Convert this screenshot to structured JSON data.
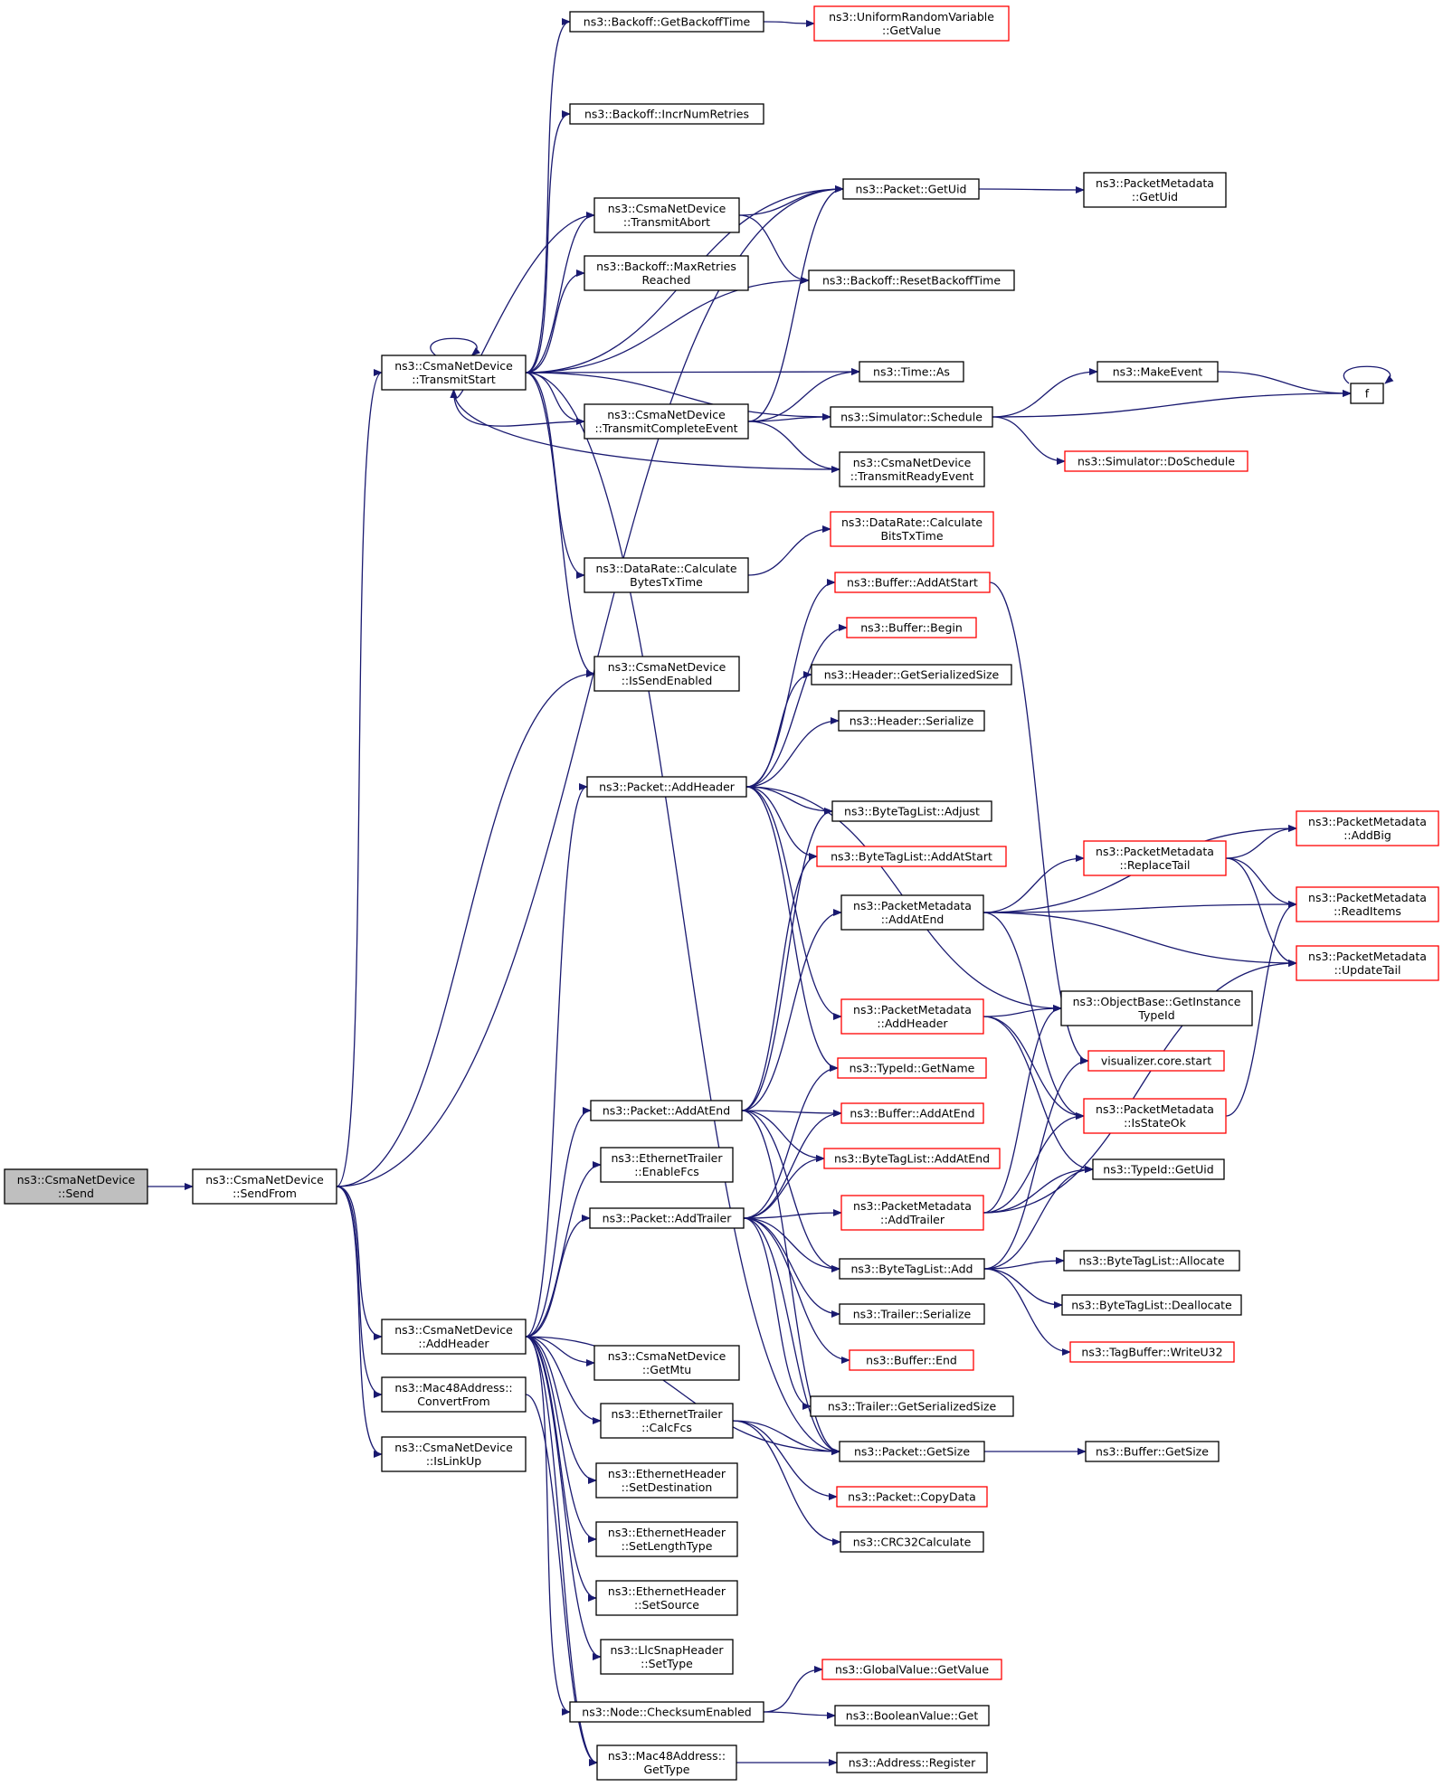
{
  "colors": {
    "edge": "#191970",
    "node_border_default": "#000000",
    "node_border_truncated": "#ff0000",
    "root_fill": "#bfbfbf",
    "node_fill": "#ffffff",
    "background": "#ffffff"
  },
  "nodes": [
    {
      "id": "send",
      "lines": [
        "ns3::CsmaNetDevice",
        "::Send"
      ],
      "kind": "root"
    },
    {
      "id": "sendfrom",
      "lines": [
        "ns3::CsmaNetDevice",
        "::SendFrom"
      ],
      "kind": "normal"
    },
    {
      "id": "transmitstart",
      "lines": [
        "ns3::CsmaNetDevice",
        "::TransmitStart"
      ],
      "kind": "normal"
    },
    {
      "id": "csma_addheader",
      "lines": [
        "ns3::CsmaNetDevice",
        "::AddHeader"
      ],
      "kind": "normal"
    },
    {
      "id": "mac48_convertfrom",
      "lines": [
        "ns3::Mac48Address::",
        "ConvertFrom"
      ],
      "kind": "normal"
    },
    {
      "id": "islinkup",
      "lines": [
        "ns3::CsmaNetDevice",
        "::IsLinkUp"
      ],
      "kind": "normal"
    },
    {
      "id": "getbackofftime",
      "lines": [
        "ns3::Backoff::GetBackoffTime"
      ],
      "kind": "normal"
    },
    {
      "id": "incrnumretries",
      "lines": [
        "ns3::Backoff::IncrNumRetries"
      ],
      "kind": "normal"
    },
    {
      "id": "transmitabort",
      "lines": [
        "ns3::CsmaNetDevice",
        "::TransmitAbort"
      ],
      "kind": "normal"
    },
    {
      "id": "maxretries",
      "lines": [
        "ns3::Backoff::MaxRetries",
        "Reached"
      ],
      "kind": "normal"
    },
    {
      "id": "transmitcomplete",
      "lines": [
        "ns3::CsmaNetDevice",
        "::TransmitCompleteEvent"
      ],
      "kind": "normal"
    },
    {
      "id": "bytestxtime",
      "lines": [
        "ns3::DataRate::Calculate",
        "BytesTxTime"
      ],
      "kind": "normal"
    },
    {
      "id": "issendenabled",
      "lines": [
        "ns3::CsmaNetDevice",
        "::IsSendEnabled"
      ],
      "kind": "normal"
    },
    {
      "id": "packet_addheader",
      "lines": [
        "ns3::Packet::AddHeader"
      ],
      "kind": "normal"
    },
    {
      "id": "packet_addatend",
      "lines": [
        "ns3::Packet::AddAtEnd"
      ],
      "kind": "normal"
    },
    {
      "id": "enablefcs",
      "lines": [
        "ns3::EthernetTrailer",
        "::EnableFcs"
      ],
      "kind": "normal"
    },
    {
      "id": "packet_addtrailer",
      "lines": [
        "ns3::Packet::AddTrailer"
      ],
      "kind": "normal"
    },
    {
      "id": "getmtu",
      "lines": [
        "ns3::CsmaNetDevice",
        "::GetMtu"
      ],
      "kind": "normal"
    },
    {
      "id": "calcfcs",
      "lines": [
        "ns3::EthernetTrailer",
        "::CalcFcs"
      ],
      "kind": "normal"
    },
    {
      "id": "setdestination",
      "lines": [
        "ns3::EthernetHeader",
        "::SetDestination"
      ],
      "kind": "normal"
    },
    {
      "id": "setlengthtype",
      "lines": [
        "ns3::EthernetHeader",
        "::SetLengthType"
      ],
      "kind": "normal"
    },
    {
      "id": "setsource",
      "lines": [
        "ns3::EthernetHeader",
        "::SetSource"
      ],
      "kind": "normal"
    },
    {
      "id": "llcsettype",
      "lines": [
        "ns3::LlcSnapHeader",
        "::SetType"
      ],
      "kind": "normal"
    },
    {
      "id": "checksumenabled",
      "lines": [
        "ns3::Node::ChecksumEnabled"
      ],
      "kind": "normal"
    },
    {
      "id": "mac48_gettype",
      "lines": [
        "ns3::Mac48Address::",
        "GetType"
      ],
      "kind": "normal"
    },
    {
      "id": "uniform_getvalue",
      "lines": [
        "ns3::UniformRandomVariable",
        "::GetValue"
      ],
      "kind": "truncated"
    },
    {
      "id": "packet_getuid",
      "lines": [
        "ns3::Packet::GetUid"
      ],
      "kind": "normal"
    },
    {
      "id": "metadata_getuid",
      "lines": [
        "ns3::PacketMetadata",
        "::GetUid"
      ],
      "kind": "normal"
    },
    {
      "id": "resetbackofftime",
      "lines": [
        "ns3::Backoff::ResetBackoffTime"
      ],
      "kind": "normal"
    },
    {
      "id": "time_as",
      "lines": [
        "ns3::Time::As"
      ],
      "kind": "normal"
    },
    {
      "id": "makeevent",
      "lines": [
        "ns3::MakeEvent"
      ],
      "kind": "normal"
    },
    {
      "id": "f",
      "lines": [
        "f"
      ],
      "kind": "normal"
    },
    {
      "id": "schedule",
      "lines": [
        "ns3::Simulator::Schedule"
      ],
      "kind": "normal"
    },
    {
      "id": "doschedule",
      "lines": [
        "ns3::Simulator::DoSchedule"
      ],
      "kind": "truncated"
    },
    {
      "id": "transmitready",
      "lines": [
        "ns3::CsmaNetDevice",
        "::TransmitReadyEvent"
      ],
      "kind": "normal"
    },
    {
      "id": "bitstxtime",
      "lines": [
        "ns3::DataRate::Calculate",
        "BitsTxTime"
      ],
      "kind": "truncated"
    },
    {
      "id": "buffer_addatstart",
      "lines": [
        "ns3::Buffer::AddAtStart"
      ],
      "kind": "truncated"
    },
    {
      "id": "buffer_begin",
      "lines": [
        "ns3::Buffer::Begin"
      ],
      "kind": "truncated"
    },
    {
      "id": "header_getserializedsize",
      "lines": [
        "ns3::Header::GetSerializedSize"
      ],
      "kind": "normal"
    },
    {
      "id": "header_serialize",
      "lines": [
        "ns3::Header::Serialize"
      ],
      "kind": "normal"
    },
    {
      "id": "bytetag_adjust",
      "lines": [
        "ns3::ByteTagList::Adjust"
      ],
      "kind": "normal"
    },
    {
      "id": "bytetag_addatstart",
      "lines": [
        "ns3::ByteTagList::AddAtStart"
      ],
      "kind": "truncated"
    },
    {
      "id": "metadata_addatend",
      "lines": [
        "ns3::PacketMetadata",
        "::AddAtEnd"
      ],
      "kind": "normal"
    },
    {
      "id": "metadata_addheader",
      "lines": [
        "ns3::PacketMetadata",
        "::AddHeader"
      ],
      "kind": "truncated"
    },
    {
      "id": "typeid_getname",
      "lines": [
        "ns3::TypeId::GetName"
      ],
      "kind": "truncated"
    },
    {
      "id": "buffer_addatend",
      "lines": [
        "ns3::Buffer::AddAtEnd"
      ],
      "kind": "truncated"
    },
    {
      "id": "bytetag_addatend",
      "lines": [
        "ns3::ByteTagList::AddAtEnd"
      ],
      "kind": "truncated"
    },
    {
      "id": "metadata_addtrailer",
      "lines": [
        "ns3::PacketMetadata",
        "::AddTrailer"
      ],
      "kind": "truncated"
    },
    {
      "id": "bytetag_add",
      "lines": [
        "ns3::ByteTagList::Add"
      ],
      "kind": "normal"
    },
    {
      "id": "trailer_serialize",
      "lines": [
        "ns3::Trailer::Serialize"
      ],
      "kind": "normal"
    },
    {
      "id": "buffer_end",
      "lines": [
        "ns3::Buffer::End"
      ],
      "kind": "truncated"
    },
    {
      "id": "trailer_getserializedsize",
      "lines": [
        "ns3::Trailer::GetSerializedSize"
      ],
      "kind": "normal"
    },
    {
      "id": "packet_getsize",
      "lines": [
        "ns3::Packet::GetSize"
      ],
      "kind": "normal"
    },
    {
      "id": "packet_copydata",
      "lines": [
        "ns3::Packet::CopyData"
      ],
      "kind": "truncated"
    },
    {
      "id": "crc32",
      "lines": [
        "ns3::CRC32Calculate"
      ],
      "kind": "normal"
    },
    {
      "id": "globalvalue_getvalue",
      "lines": [
        "ns3::GlobalValue::GetValue"
      ],
      "kind": "truncated"
    },
    {
      "id": "booleanvalue_get",
      "lines": [
        "ns3::BooleanValue::Get"
      ],
      "kind": "normal"
    },
    {
      "id": "address_register",
      "lines": [
        "ns3::Address::Register"
      ],
      "kind": "normal"
    },
    {
      "id": "metadata_replacetail",
      "lines": [
        "ns3::PacketMetadata",
        "::ReplaceTail"
      ],
      "kind": "truncated"
    },
    {
      "id": "objectbase_getinstancetypeid",
      "lines": [
        "ns3::ObjectBase::GetInstance",
        "TypeId"
      ],
      "kind": "normal"
    },
    {
      "id": "visualizer_start",
      "lines": [
        "visualizer.core.start"
      ],
      "kind": "truncated"
    },
    {
      "id": "metadata_isstateok",
      "lines": [
        "ns3::PacketMetadata",
        "::IsStateOk"
      ],
      "kind": "truncated"
    },
    {
      "id": "typeid_getuid",
      "lines": [
        "ns3::TypeId::GetUid"
      ],
      "kind": "normal"
    },
    {
      "id": "bytetag_allocate",
      "lines": [
        "ns3::ByteTagList::Allocate"
      ],
      "kind": "normal"
    },
    {
      "id": "bytetag_deallocate",
      "lines": [
        "ns3::ByteTagList::Deallocate"
      ],
      "kind": "normal"
    },
    {
      "id": "tagbuffer_writeu32",
      "lines": [
        "ns3::TagBuffer::WriteU32"
      ],
      "kind": "truncated"
    },
    {
      "id": "buffer_getsize",
      "lines": [
        "ns3::Buffer::GetSize"
      ],
      "kind": "normal"
    },
    {
      "id": "metadata_addbig",
      "lines": [
        "ns3::PacketMetadata",
        "::AddBig"
      ],
      "kind": "truncated"
    },
    {
      "id": "metadata_readitems",
      "lines": [
        "ns3::PacketMetadata",
        "::ReadItems"
      ],
      "kind": "truncated"
    },
    {
      "id": "metadata_updatetail",
      "lines": [
        "ns3::PacketMetadata",
        "::UpdateTail"
      ],
      "kind": "truncated"
    }
  ],
  "edges": [
    [
      "send",
      "sendfrom"
    ],
    [
      "sendfrom",
      "transmitstart"
    ],
    [
      "sendfrom",
      "csma_addheader"
    ],
    [
      "sendfrom",
      "mac48_convertfrom"
    ],
    [
      "sendfrom",
      "islinkup"
    ],
    [
      "sendfrom",
      "issendenabled"
    ],
    [
      "sendfrom",
      "packet_getuid"
    ],
    [
      "transmitstart",
      "transmitstart"
    ],
    [
      "transmitstart",
      "getbackofftime"
    ],
    [
      "transmitstart",
      "incrnumretries"
    ],
    [
      "transmitstart",
      "packet_getuid"
    ],
    [
      "transmitstart",
      "transmitabort"
    ],
    [
      "transmitstart",
      "maxretries"
    ],
    [
      "transmitstart",
      "resetbackofftime"
    ],
    [
      "transmitstart",
      "time_as"
    ],
    [
      "transmitstart",
      "transmitcomplete"
    ],
    [
      "transmitstart",
      "schedule"
    ],
    [
      "transmitstart",
      "bytestxtime"
    ],
    [
      "transmitstart",
      "issendenabled"
    ],
    [
      "transmitstart",
      "packet_getsize"
    ],
    [
      "transmitabort",
      "transmitstart"
    ],
    [
      "transmitabort",
      "packet_getuid"
    ],
    [
      "transmitabort",
      "resetbackofftime"
    ],
    [
      "transmitcomplete",
      "transmitstart"
    ],
    [
      "transmitcomplete",
      "packet_getuid"
    ],
    [
      "transmitcomplete",
      "time_as"
    ],
    [
      "transmitcomplete",
      "schedule"
    ],
    [
      "transmitcomplete",
      "transmitready"
    ],
    [
      "transmitready",
      "transmitstart"
    ],
    [
      "getbackofftime",
      "uniform_getvalue"
    ],
    [
      "packet_getuid",
      "metadata_getuid"
    ],
    [
      "schedule",
      "makeevent"
    ],
    [
      "schedule",
      "f"
    ],
    [
      "schedule",
      "doschedule"
    ],
    [
      "makeevent",
      "f"
    ],
    [
      "f",
      "f"
    ],
    [
      "bytestxtime",
      "bitstxtime"
    ],
    [
      "csma_addheader",
      "packet_addheader"
    ],
    [
      "csma_addheader",
      "packet_addatend"
    ],
    [
      "csma_addheader",
      "enablefcs"
    ],
    [
      "csma_addheader",
      "packet_addtrailer"
    ],
    [
      "csma_addheader",
      "getmtu"
    ],
    [
      "csma_addheader",
      "calcfcs"
    ],
    [
      "csma_addheader",
      "setdestination"
    ],
    [
      "csma_addheader",
      "setlengthtype"
    ],
    [
      "csma_addheader",
      "setsource"
    ],
    [
      "csma_addheader",
      "llcsettype"
    ],
    [
      "csma_addheader",
      "checksumenabled"
    ],
    [
      "csma_addheader",
      "mac48_gettype"
    ],
    [
      "csma_addheader",
      "packet_getsize"
    ],
    [
      "mac48_convertfrom",
      "mac48_gettype"
    ],
    [
      "packet_addheader",
      "buffer_addatstart"
    ],
    [
      "packet_addheader",
      "buffer_begin"
    ],
    [
      "packet_addheader",
      "header_getserializedsize"
    ],
    [
      "packet_addheader",
      "header_serialize"
    ],
    [
      "packet_addheader",
      "objectbase_getinstancetypeid"
    ],
    [
      "packet_addheader",
      "bytetag_adjust"
    ],
    [
      "packet_addheader",
      "bytetag_addatstart"
    ],
    [
      "packet_addheader",
      "metadata_addheader"
    ],
    [
      "packet_addheader",
      "typeid_getname"
    ],
    [
      "packet_addatend",
      "bytetag_adjust"
    ],
    [
      "packet_addatend",
      "bytetag_addatstart"
    ],
    [
      "packet_addatend",
      "metadata_addatend"
    ],
    [
      "packet_addatend",
      "buffer_addatend"
    ],
    [
      "packet_addatend",
      "bytetag_addatend"
    ],
    [
      "packet_addatend",
      "bytetag_add"
    ],
    [
      "packet_addatend",
      "packet_getsize"
    ],
    [
      "packet_addtrailer",
      "typeid_getname"
    ],
    [
      "packet_addtrailer",
      "buffer_addatend"
    ],
    [
      "packet_addtrailer",
      "bytetag_addatend"
    ],
    [
      "packet_addtrailer",
      "metadata_addtrailer"
    ],
    [
      "packet_addtrailer",
      "bytetag_add"
    ],
    [
      "packet_addtrailer",
      "trailer_serialize"
    ],
    [
      "packet_addtrailer",
      "buffer_end"
    ],
    [
      "packet_addtrailer",
      "trailer_getserializedsize"
    ],
    [
      "packet_addtrailer",
      "packet_getsize"
    ],
    [
      "calcfcs",
      "packet_getsize"
    ],
    [
      "calcfcs",
      "packet_copydata"
    ],
    [
      "calcfcs",
      "crc32"
    ],
    [
      "checksumenabled",
      "globalvalue_getvalue"
    ],
    [
      "checksumenabled",
      "booleanvalue_get"
    ],
    [
      "mac48_gettype",
      "address_register"
    ],
    [
      "buffer_addatstart",
      "visualizer_start"
    ],
    [
      "metadata_addatend",
      "metadata_addbig"
    ],
    [
      "metadata_addatend",
      "metadata_replacetail"
    ],
    [
      "metadata_addatend",
      "metadata_readitems"
    ],
    [
      "metadata_addatend",
      "metadata_updatetail"
    ],
    [
      "metadata_addatend",
      "metadata_isstateok"
    ],
    [
      "metadata_addheader",
      "objectbase_getinstancetypeid"
    ],
    [
      "metadata_addheader",
      "metadata_isstateok"
    ],
    [
      "metadata_addheader",
      "typeid_getuid"
    ],
    [
      "metadata_addtrailer",
      "objectbase_getinstancetypeid"
    ],
    [
      "metadata_addtrailer",
      "metadata_isstateok"
    ],
    [
      "metadata_addtrailer",
      "typeid_getuid"
    ],
    [
      "metadata_addtrailer",
      "metadata_updatetail"
    ],
    [
      "metadata_replacetail",
      "metadata_addbig"
    ],
    [
      "metadata_replacetail",
      "metadata_readitems"
    ],
    [
      "metadata_replacetail",
      "metadata_updatetail"
    ],
    [
      "metadata_isstateok",
      "metadata_readitems"
    ],
    [
      "bytetag_add",
      "bytetag_allocate"
    ],
    [
      "bytetag_add",
      "bytetag_deallocate"
    ],
    [
      "bytetag_add",
      "tagbuffer_writeu32"
    ],
    [
      "bytetag_add",
      "visualizer_start"
    ],
    [
      "bytetag_add",
      "typeid_getuid"
    ],
    [
      "packet_getsize",
      "buffer_getsize"
    ]
  ]
}
